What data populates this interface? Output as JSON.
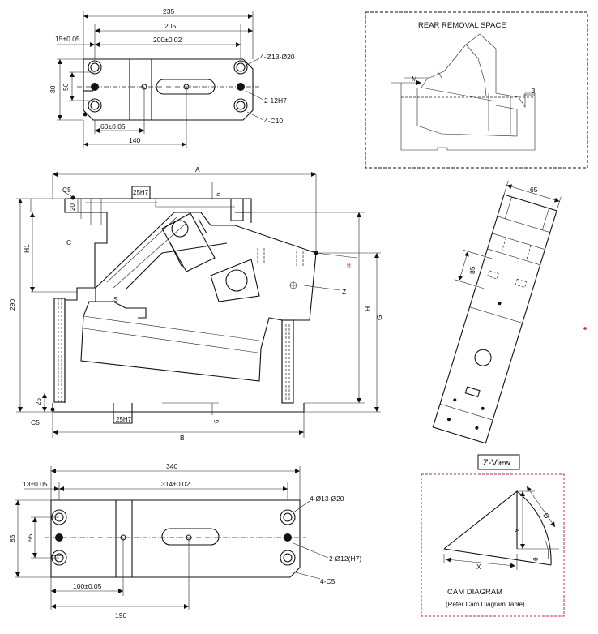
{
  "top_view": {
    "dim_overall": "235",
    "dim_205": "205",
    "dim_200": "200±0.02",
    "dim_15": "15±0.05",
    "dim_80": "80",
    "dim_50": "50",
    "dim_60": "60±0.05",
    "dim_140": "140",
    "note_holes": "4-Ø13-Ø20",
    "note_pins": "2-12H7",
    "note_chamfer": "4-C10"
  },
  "rear_removal": {
    "title": "REAR REMOVAL SPACE",
    "label_m": "M",
    "label_3": "3"
  },
  "front_view": {
    "label_a": "A",
    "label_b": "B",
    "label_c": "C",
    "label_c5_top": "C5",
    "label_c5_bottom": "C5",
    "label_25h7_top": "25H7",
    "label_25h7_bottom": "25H7",
    "label_6_top": "6",
    "label_6_bottom": "6",
    "label_20": "20",
    "label_25": "25",
    "label_h1": "H1",
    "label_290": "290",
    "label_h": "H",
    "label_g": "G",
    "label_s": "S",
    "label_z": "Z",
    "label_theta": "θ"
  },
  "side_view": {
    "dim_65": "65",
    "dim_85": "85",
    "z_view_label": "Z-View"
  },
  "bottom_view": {
    "dim_340": "340",
    "dim_314": "314±0.02",
    "dim_13": "13±0.05",
    "dim_85": "85",
    "dim_55": "55",
    "dim_100": "100±0.05",
    "dim_190": "190",
    "note_holes": "4-Ø13-Ø20",
    "note_pins": "2-Ø12(H7)",
    "note_chamfer": "4-C5"
  },
  "cam_diagram": {
    "title": "CAM DIAGRAM",
    "subtitle": "(Refer Cam Diagram Table)",
    "label_x": "X",
    "label_y": "Y",
    "label_d": "D",
    "label_theta": "θ"
  },
  "colors": {
    "line": "#111111",
    "theta_red": "#e0201b",
    "cam_border": "#c0283a"
  }
}
